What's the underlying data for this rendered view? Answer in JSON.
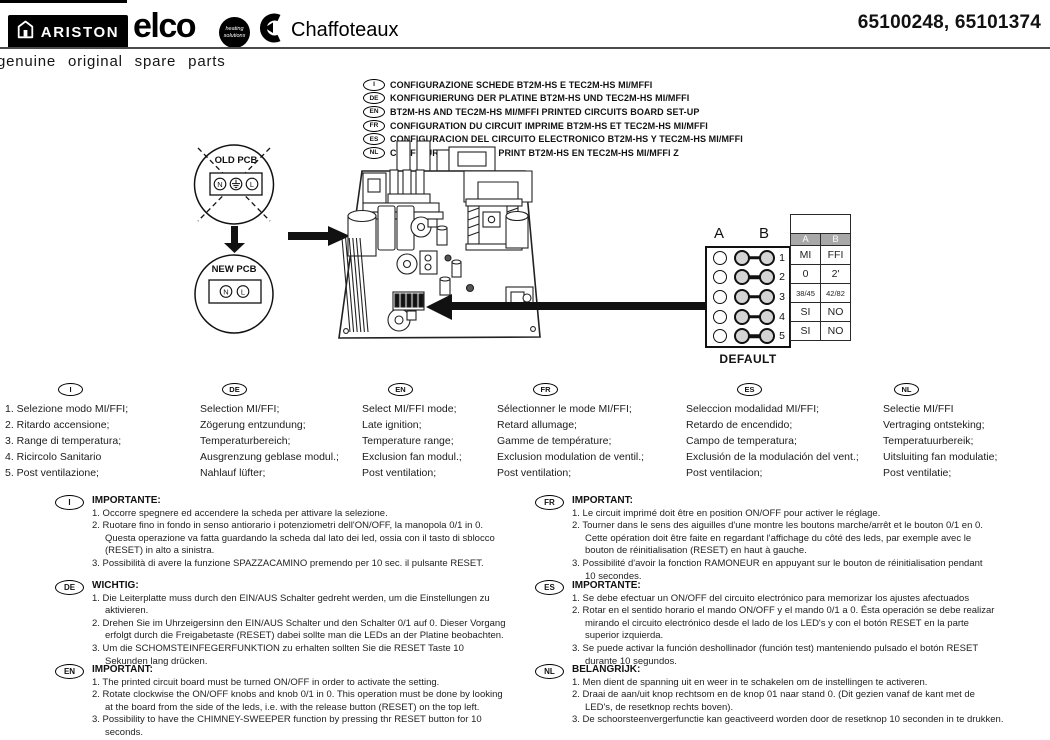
{
  "header": {
    "ariston": "ARISTON",
    "elco": "elco",
    "elco_badge_line1": "heating",
    "elco_badge_line2": "solutions",
    "chaffoteaux": "Chaffoteaux",
    "part_numbers": "65100248, 65101374",
    "tagline": "genuine original spare parts"
  },
  "colors": {
    "ink": "#111111",
    "table_header_bg": "#a8a8a8",
    "table_header_text": "#fcfcfc",
    "jumper_fill": "#d4d4d4"
  },
  "config_titles": [
    {
      "lang": "I",
      "text": "CONFIGURAZIONE SCHEDE BT2M-HS E TEC2M-HS MI/MFFI"
    },
    {
      "lang": "DE",
      "text": "KONFIGURIERUNG DER PLATINE BT2M-HS UND TEC2M-HS MI/MFFI"
    },
    {
      "lang": "EN",
      "text": "BT2M-HS AND TEC2M-HS MI/MFFI PRINTED CIRCUITS BOARD SET-UP"
    },
    {
      "lang": "FR",
      "text": "CONFIGURATION DU CIRCUIT IMPRIME BT2M-HS ET TEC2M-HS MI/MFFI"
    },
    {
      "lang": "ES",
      "text": "CONFIGURACION DEL CIRCUITO ELECTRONICO BT2M-HS Y TEC2M-HS MI/MFFI"
    },
    {
      "lang": "NL",
      "text": "CONFIGURATIE VEN DE PRINT BT2M-HS EN TEC2M-HS MI/MFFI Z"
    }
  ],
  "diagram": {
    "old_pcb": {
      "label": "OLD PCB",
      "terminals": [
        "N",
        "⏚",
        "L"
      ]
    },
    "new_pcb": {
      "label": "NEW PCB",
      "terminals": [
        "N",
        "L"
      ]
    },
    "jumper": {
      "col_a": "A",
      "col_b": "B",
      "row_numbers": [
        "1",
        "2",
        "3",
        "4",
        "5"
      ],
      "default_label": "DEFAULT"
    },
    "table": {
      "headers": [
        "A",
        "B"
      ],
      "rows": [
        [
          "MI",
          "FFI"
        ],
        [
          "0",
          "2'"
        ],
        [
          "38/45",
          "42/82"
        ],
        [
          "SI",
          "NO"
        ],
        [
          "SI",
          "NO"
        ]
      ]
    }
  },
  "legend": {
    "columns": [
      {
        "lang": "I",
        "items": [
          "1. Selezione modo MI/FFI;",
          "2. Ritardo accensione;",
          "3. Range di temperatura;",
          "4. Ricircolo Sanitario",
          "5. Post ventilazione;"
        ]
      },
      {
        "lang": "DE",
        "items": [
          "Selection MI/FFI;",
          "Zögerung entzundung;",
          "Temperaturbereich;",
          "Ausgrenzung geblase modul.;",
          "Nahlauf lüfter;"
        ]
      },
      {
        "lang": "EN",
        "items": [
          "Select MI/FFI mode;",
          "Late ignition;",
          "Temperature range;",
          "Exclusion fan modul.;",
          "Post ventilation;"
        ]
      },
      {
        "lang": "FR",
        "items": [
          "Sélectionner le mode MI/FFI;",
          "Retard allumage;",
          "Gamme de température;",
          "Exclusion modulation de ventil.;",
          "Post ventilation;"
        ]
      },
      {
        "lang": "ES",
        "items": [
          "Seleccion modalidad MI/FFI;",
          "Retardo de encendido;",
          "Campo de temperatura;",
          "Exclusión de la modulación del vent.;",
          "Post ventilacion;"
        ]
      },
      {
        "lang": "NL",
        "items": [
          "Selectie MI/FFI",
          "Vertraging ontsteking;",
          "Temperatuurbereik;",
          "Uitsluiting fan modulatie;",
          "Post ventilatie;"
        ]
      }
    ]
  },
  "notes": [
    {
      "lang": "I",
      "title": "IMPORTANTE:",
      "items": [
        "1. Occorre spegnere ed accendere la scheda per attivare la selezione.",
        "2. Ruotare fino in fondo in senso antiorario i potenziometri dell'ON/OFF, la manopola 0/1 in 0.\nQuesta operazione va fatta guardando la scheda dal lato dei led, ossia con il tasto di sblocco\n(RESET) in alto a sinistra.",
        "3. Possibilità di avere la funzione SPAZZACAMINO premendo per 10 sec. il pulsante RESET."
      ]
    },
    {
      "lang": "DE",
      "title": "WICHTIG:",
      "items": [
        "1. Die Leiterplatte muss durch den EIN/AUS Schalter gedreht werden, um die Einstellungen zu\naktivieren.",
        "2. Drehen Sie im Uhrzeigersinn den EIN/AUS Schalter und den Schalter 0/1 auf 0. Dieser Vorgang\nerfolgt durch die Freigabetaste (RESET) dabei sollte man die LEDs an der Platine beobachten.",
        "3. Um die SCHOMSTEINFEGERFUNKTION zu erhalten sollten Sie die RESET Taste 10\nSekunden lang drücken."
      ]
    },
    {
      "lang": "EN",
      "title": "IMPORTANT:",
      "items": [
        "1. The printed circuit board must be turned ON/OFF in order to activate the setting.",
        "2. Rotate clockwise the ON/OFF knobs and knob 0/1 in 0. This operation must be done by looking\nat the board from the side of the leds, i.e. with the release button (RESET) on the top left.",
        "3. Possibility to have the CHIMNEY-SWEEPER function by pressing thr RESET button for 10\nseconds."
      ]
    },
    {
      "lang": "FR",
      "title": "IMPORTANT:",
      "items": [
        "1. Le circuit imprimé doit être en position ON/OFF pour activer le réglage.",
        "2. Tourner dans le sens des aiguilles d'une montre les boutons marche/arrêt et le bouton 0/1 en 0.\nCette opération doit être faite en regardant l'affichage du côté des leds, par exemple avec le\nbouton de réinitialisation (RESET) en haut à gauche.",
        "3. Possibilité d'avoir la fonction RAMONEUR en appuyant sur le bouton de réinitialisation pendant\n10 secondes."
      ]
    },
    {
      "lang": "ES",
      "title": "IMPORTANTE:",
      "items": [
        "1. Se debe efectuar un ON/OFF del circuito electrónico para memorizar los ajustes afectuados",
        "2. Rotar en el sentido horario el mando ON/OFF y el mando 0/1 a 0. Ésta operación se debe realizar\nmirando el circuito electrónico desde el lado de los LED's y con el botón RESET en la parte\nsuperior izquierda.",
        "3. Se puede activar la función deshollinador (función test) manteniendo pulsado el botón RESET\ndurante 10 segundos."
      ]
    },
    {
      "lang": "NL",
      "title": "BELANGRIJK:",
      "items": [
        "1. Men dient de spanning uit en weer in te schakelen om de instellingen te activeren.",
        "2. Draai de aan/uit knop rechtsom en de knop 01 naar stand 0. (Dit gezien vanaf de kant met de\nLED's, de resetknop rechts boven).",
        "3. De schoorsteenvergerfunctie kan geactiveerd worden door de resetknop 10 seconden in te drukken."
      ]
    }
  ]
}
